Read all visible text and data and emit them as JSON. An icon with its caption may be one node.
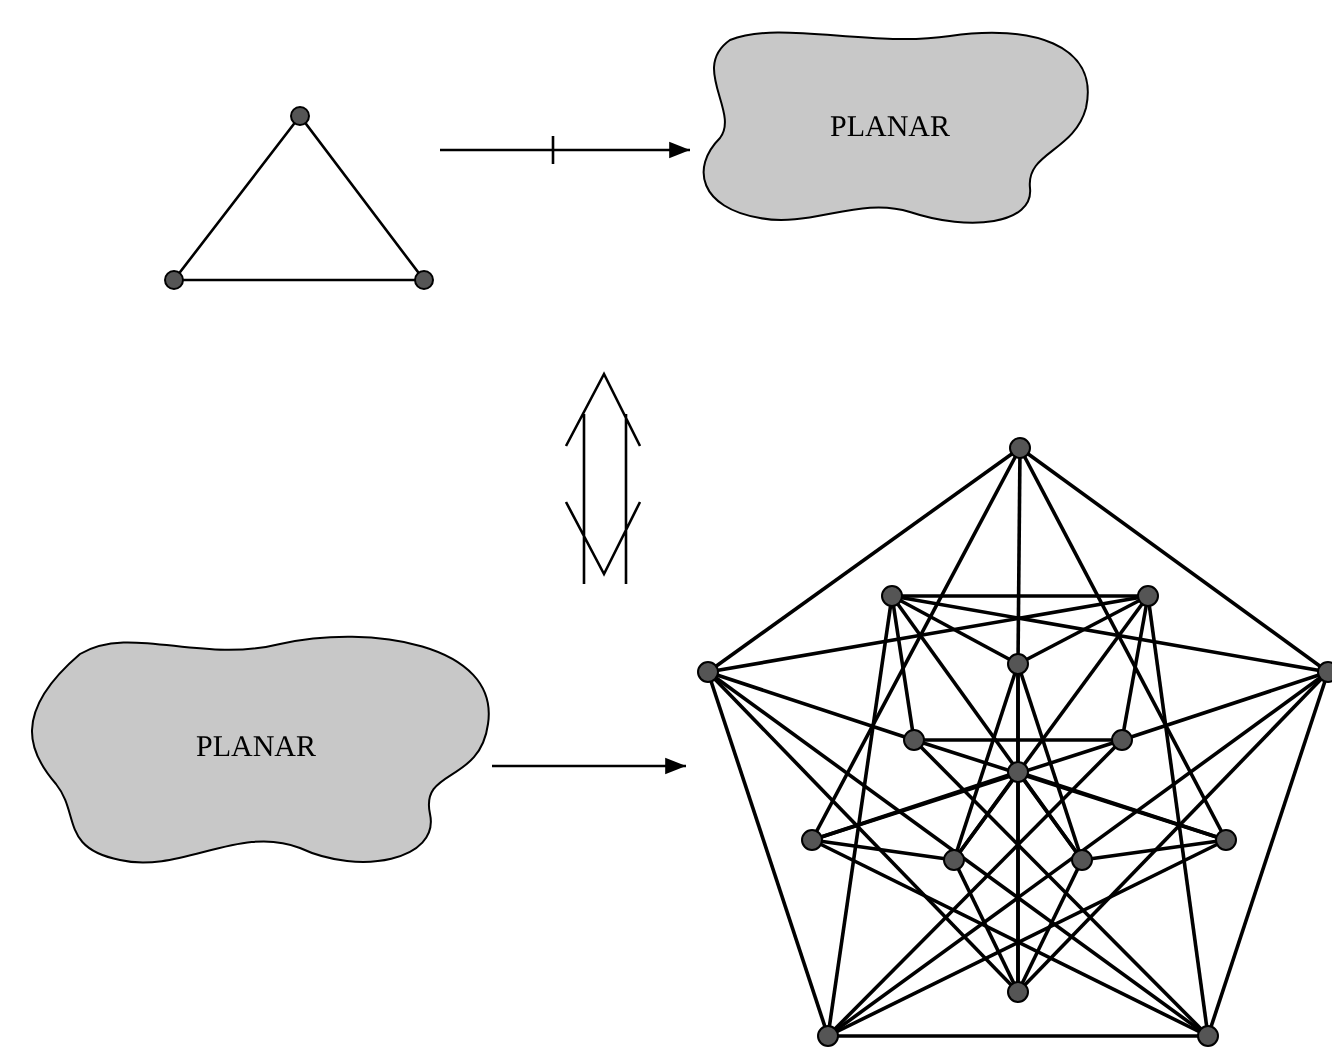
{
  "diagram": {
    "nodes": [
      {
        "text": [],
        "shape": "picture"
      },
      {
        "text": [
          "PLANAR"
        ]
      },
      {
        "text": [
          "PLANAR"
        ]
      },
      {
        "text": [],
        "shape": "picture"
      }
    ],
    "edges": [
      {
        "from": 0,
        "to": 1,
        "arrow": "to"
      },
      {
        "from": 2,
        "to": 3,
        "arrow": "to"
      }
    ]
  }
}
